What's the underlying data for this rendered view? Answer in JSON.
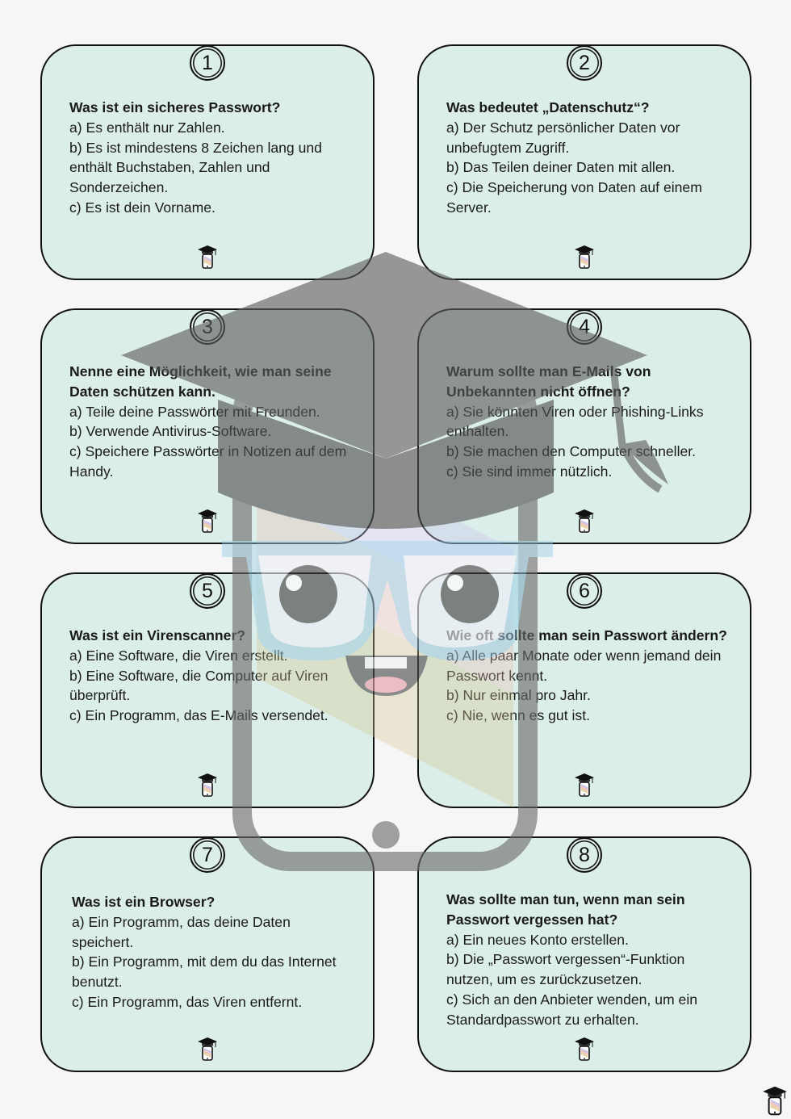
{
  "cards": [
    {
      "number": "1",
      "question": "Was ist ein sicheres Passwort?",
      "options": [
        "a) Es enthält nur Zahlen.",
        "b) Es ist mindestens 8 Zeichen lang und enthält Buchstaben, Zahlen und Sonderzeichen.",
        "c) Es ist dein Vorname."
      ]
    },
    {
      "number": "2",
      "question": "Was bedeutet „Datenschutz“?",
      "options": [
        "a) Der Schutz persönlicher Daten vor unbefugtem Zugriff.",
        "b) Das Teilen deiner Daten mit allen.",
        "c) Die Speicherung von Daten auf einem Server."
      ]
    },
    {
      "number": "3",
      "question": "Nenne eine Möglichkeit, wie man seine Daten schützen kann.",
      "options": [
        "a) Teile deine Passwörter mit Freunden.",
        "b) Verwende Antivirus-Software.",
        "c) Speichere Passwörter in Notizen auf dem Handy."
      ]
    },
    {
      "number": "4",
      "question": "Warum sollte man E-Mails von Unbekannten nicht öffnen?",
      "options": [
        "a) Sie könnten Viren oder Phishing-Links enthalten.",
        "b) Sie machen den Computer schneller.",
        "c) Sie sind immer nützlich."
      ]
    },
    {
      "number": "5",
      "question": "Was ist ein Virenscanner?",
      "options": [
        "a) Eine Software, die Viren erstellt.",
        "b) Eine Software, die Computer auf Viren überprüft.",
        "c) Ein Programm, das E-Mails versendet."
      ]
    },
    {
      "number": "6",
      "question": "Wie oft sollte man sein Passwort ändern?",
      "options": [
        "a) Alle paar Monate oder wenn jemand dein Passwort kennt.",
        "b) Nur einmal pro Jahr.",
        "c) Nie, wenn es gut ist."
      ]
    },
    {
      "number": "7",
      "question": "Was ist ein Browser?",
      "options": [
        "a) Ein Programm, das deine Daten speichert.",
        "b) Ein Programm, mit dem du das Internet benutzt.",
        "c) Ein Programm, das Viren entfernt."
      ]
    },
    {
      "number": "8",
      "question": "Was sollte man tun, wenn man sein Passwort vergessen hat?",
      "options": [
        "a) Ein neues Konto erstellen.",
        "b) Die „Passwort vergessen“-Funktion nutzen, um es zurückzusetzen.",
        "c) Sich an den Anbieter wenden, um ein Standardpasswort zu erhalten."
      ]
    }
  ],
  "icons": {
    "card_logo": "graduation-cap-phone-icon",
    "watermark": "graduation-cap-phone-mascot"
  },
  "colors": {
    "card_fill": "#dceeea",
    "card_border": "#111111",
    "page_background": "#f5f6f5"
  }
}
